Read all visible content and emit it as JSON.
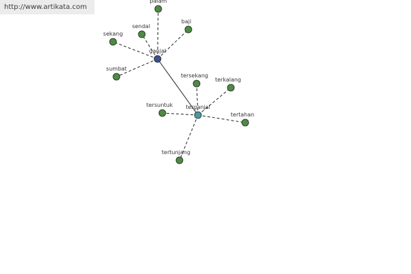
{
  "header": {
    "url": "http://www.artikata.com"
  },
  "graph": {
    "colors": {
      "leaf_node": "#4e8a44",
      "root_node": "#3e4f93",
      "sub_root_node": "#4a98a0",
      "node_stroke": "#1d2b1b",
      "edge": "#222222"
    },
    "nodes": [
      {
        "id": "ganjal",
        "label": "ganjal",
        "type": "root"
      },
      {
        "id": "palam",
        "label": "palam",
        "type": "leaf"
      },
      {
        "id": "baji",
        "label": "baji",
        "type": "leaf"
      },
      {
        "id": "sendal",
        "label": "sendal",
        "type": "leaf"
      },
      {
        "id": "sekang",
        "label": "sekang",
        "type": "leaf"
      },
      {
        "id": "sumbat",
        "label": "sumbat",
        "type": "leaf"
      },
      {
        "id": "terganjal",
        "label": "terganjal",
        "type": "sub-root"
      },
      {
        "id": "tersekang",
        "label": "tersekang",
        "type": "leaf"
      },
      {
        "id": "terkalang",
        "label": "terkalang",
        "type": "leaf"
      },
      {
        "id": "tersuntuk",
        "label": "tersuntuk",
        "type": "leaf"
      },
      {
        "id": "tertahan",
        "label": "tertahan",
        "type": "leaf"
      },
      {
        "id": "tertunjang",
        "label": "tertunjang",
        "type": "leaf"
      }
    ],
    "edges": [
      {
        "from": "ganjal",
        "to": "palam",
        "style": "dashed"
      },
      {
        "from": "ganjal",
        "to": "baji",
        "style": "dashed"
      },
      {
        "from": "ganjal",
        "to": "sendal",
        "style": "dashed"
      },
      {
        "from": "ganjal",
        "to": "sekang",
        "style": "dashed"
      },
      {
        "from": "ganjal",
        "to": "sumbat",
        "style": "dashed"
      },
      {
        "from": "ganjal",
        "to": "terganjal",
        "style": "solid"
      },
      {
        "from": "terganjal",
        "to": "tersekang",
        "style": "dashed"
      },
      {
        "from": "terganjal",
        "to": "terkalang",
        "style": "dashed"
      },
      {
        "from": "terganjal",
        "to": "tersuntuk",
        "style": "dashed"
      },
      {
        "from": "terganjal",
        "to": "tertahan",
        "style": "dashed"
      },
      {
        "from": "terganjal",
        "to": "tertunjang",
        "style": "dashed"
      }
    ]
  }
}
